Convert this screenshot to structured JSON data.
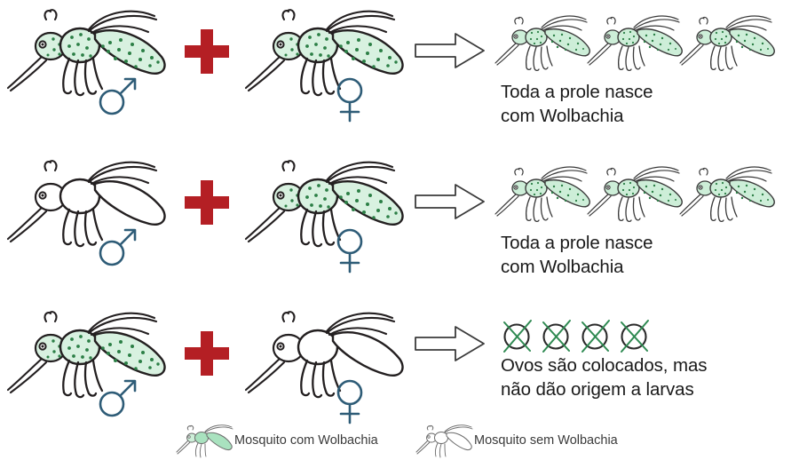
{
  "diagram": {
    "title": "Wolbachia mosquito crossing outcomes",
    "language": "pt-BR",
    "colors": {
      "infected_fill": "#d8f1e0",
      "infected_dot": "#2c7f46",
      "uninfected_fill": "#ffffff",
      "outline": "#231f20",
      "cross_red": "#b41f24",
      "sex_symbol_blue": "#2e5c77",
      "egg_cross_green": "#2f8a52",
      "text": "#1a1a1a",
      "legend_text": "#3a3a3a",
      "background": "#ffffff"
    }
  },
  "rows": [
    {
      "id": "row-1",
      "male": {
        "label": "male-mosquito-with-wolbachia",
        "infected": true,
        "sex": "male",
        "sex_symbol": "♂"
      },
      "plus": {
        "label": "plus-sign",
        "symbol": "+"
      },
      "female": {
        "label": "female-mosquito-with-wolbachia",
        "infected": true,
        "sex": "female",
        "sex_symbol": "♀"
      },
      "arrow": {
        "label": "result-arrow",
        "direction": "right"
      },
      "result": {
        "kind": "offspring",
        "offspring_count": 3,
        "offspring_infected": true,
        "caption_line_1": "Toda a prole nasce",
        "caption_line_2": "com Wolbachia"
      }
    },
    {
      "id": "row-2",
      "male": {
        "label": "male-mosquito-without-wolbachia",
        "infected": false,
        "sex": "male",
        "sex_symbol": "♂"
      },
      "plus": {
        "label": "plus-sign",
        "symbol": "+"
      },
      "female": {
        "label": "female-mosquito-with-wolbachia",
        "infected": true,
        "sex": "female",
        "sex_symbol": "♀"
      },
      "arrow": {
        "label": "result-arrow",
        "direction": "right"
      },
      "result": {
        "kind": "offspring",
        "offspring_count": 3,
        "offspring_infected": true,
        "caption_line_1": "Toda a prole nasce",
        "caption_line_2": "com Wolbachia"
      }
    },
    {
      "id": "row-3",
      "male": {
        "label": "male-mosquito-with-wolbachia",
        "infected": true,
        "sex": "male",
        "sex_symbol": "♂"
      },
      "plus": {
        "label": "plus-sign",
        "symbol": "+"
      },
      "female": {
        "label": "female-mosquito-without-wolbachia",
        "infected": false,
        "sex": "female",
        "sex_symbol": "♀"
      },
      "arrow": {
        "label": "result-arrow",
        "direction": "right"
      },
      "result": {
        "kind": "nonviable-eggs",
        "egg_count": 4,
        "caption_line_1": "Ovos são colocados, mas",
        "caption_line_2": "não dão origem a larvas"
      }
    }
  ],
  "legend": {
    "items": [
      {
        "icon": "mosquito-with-wolbachia-icon",
        "infected": true,
        "label": "Mosquito com Wolbachia"
      },
      {
        "icon": "mosquito-without-wolbachia-icon",
        "infected": false,
        "label": "Mosquito sem Wolbachia"
      }
    ]
  }
}
